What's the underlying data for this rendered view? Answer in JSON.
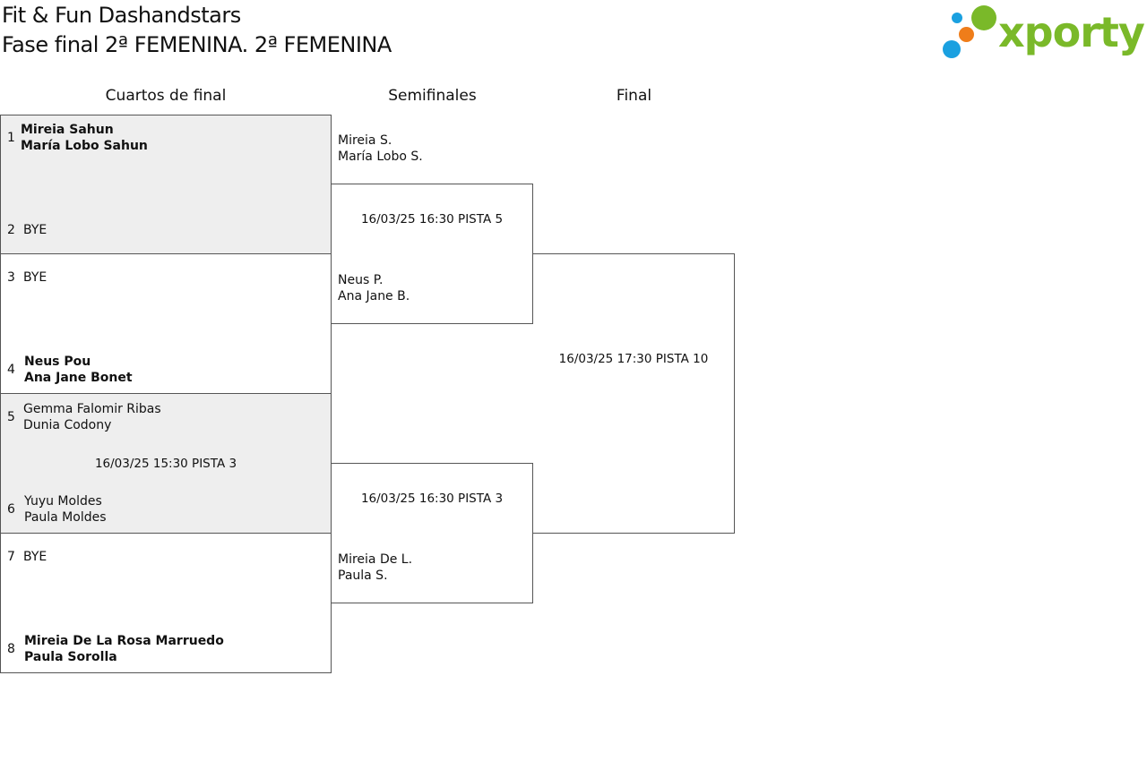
{
  "header": {
    "club": "Fit & Fun Dashandstars",
    "phase": "Fase final 2ª FEMENINA. 2ª FEMENINA"
  },
  "logo": {
    "text": "xporty",
    "colors": {
      "green": "#7ab929",
      "blue": "#1aa0e0",
      "orange": "#ef7d1a"
    }
  },
  "rounds": {
    "qf": "Cuartos de final",
    "sf": "Semifinales",
    "final": "Final"
  },
  "quarterfinals": [
    {
      "seed": "1",
      "players": [
        "Mireia Sahun",
        "María Lobo Sahun"
      ]
    },
    {
      "seed": "2",
      "players": [
        "BYE"
      ]
    },
    {
      "seed": "3",
      "players": [
        "BYE"
      ]
    },
    {
      "seed": "4",
      "players": [
        "Neus Pou",
        "Ana Jane Bonet"
      ]
    },
    {
      "seed": "5",
      "players": [
        "Gemma Falomir Ribas",
        "Dunia Codony"
      ]
    },
    {
      "seed": "6",
      "players": [
        "Yuyu Moldes",
        "Paula Moldes"
      ]
    },
    {
      "seed": "7",
      "players": [
        "BYE"
      ]
    },
    {
      "seed": "8",
      "players": [
        "Mireia De La Rosa Marruedo",
        "Paula Sorolla"
      ]
    }
  ],
  "qf_schedule": "16/03/25 15:30 PISTA 3",
  "semifinals": [
    {
      "players": [
        "Mireia S.",
        "María Lobo S."
      ]
    },
    {
      "players": [
        "Neus P.",
        "Ana Jane B."
      ]
    },
    {
      "players": [
        "",
        ""
      ]
    },
    {
      "players": [
        "Mireia De L.",
        "Paula S."
      ]
    }
  ],
  "sf_schedule": [
    "16/03/25 16:30 PISTA 5",
    "16/03/25 16:30 PISTA 3"
  ],
  "final_schedule": "16/03/25 17:30 PISTA 10",
  "colors": {
    "shade": "#eeeeee",
    "border": "#555555"
  }
}
